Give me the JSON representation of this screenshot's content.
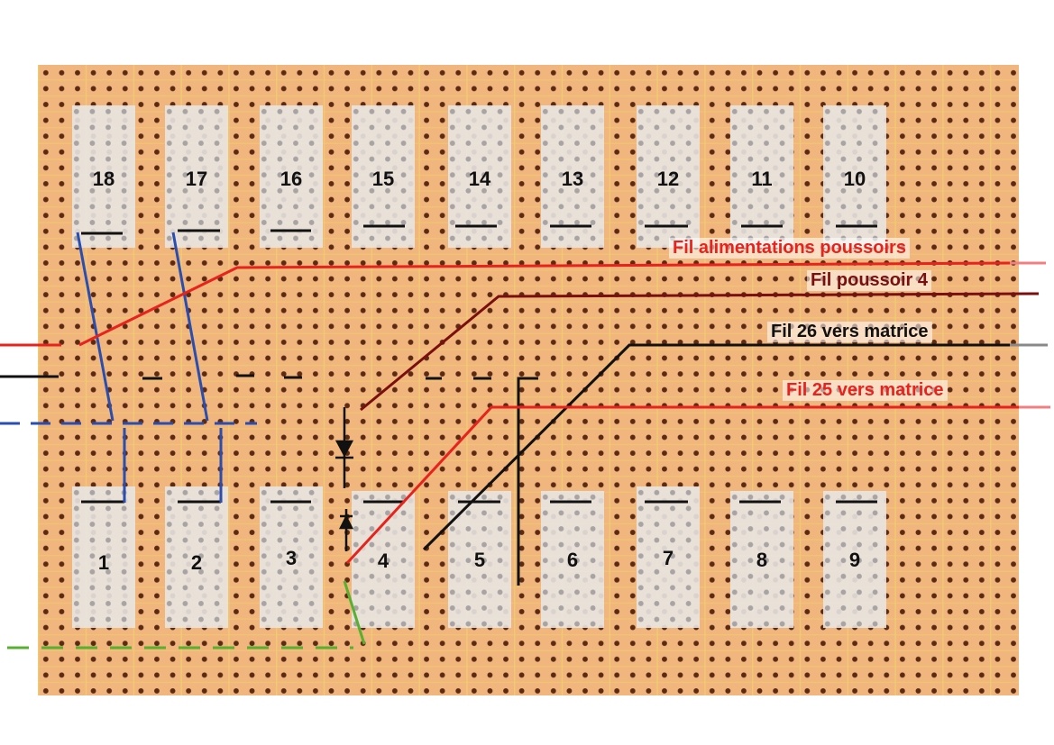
{
  "components_top": [
    "18",
    "17",
    "16",
    "15",
    "14",
    "13",
    "12",
    "11",
    "10"
  ],
  "components_bottom": [
    "1",
    "2",
    "3",
    "4",
    "5",
    "6",
    "7",
    "8",
    "9"
  ],
  "wires": {
    "power": {
      "label": "Fil alimentations poussoirs",
      "color": "#e8221c"
    },
    "push4": {
      "label": "Fil poussoir 4",
      "color": "#7a0f0f"
    },
    "w26": {
      "label": "Fil 26 vers matrice",
      "color": "#111111"
    },
    "w25": {
      "label": "Fil 25 vers matrice",
      "color": "#e8221c"
    }
  }
}
